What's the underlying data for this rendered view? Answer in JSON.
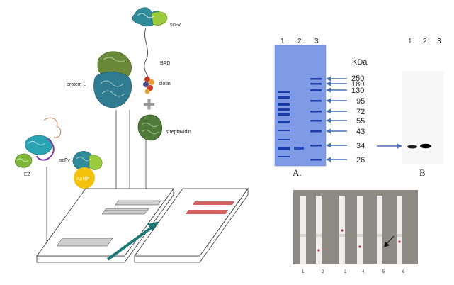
{
  "schematic": {
    "labels": {
      "scfv_top": "scFv",
      "bad": "BAD",
      "biotin": "biotin",
      "protein_l": "protein L",
      "streptavidin": "streptavidin",
      "scfv_left": "scFv",
      "aunp": "AuNP",
      "e2": "E2"
    },
    "colors": {
      "accent_arrow": "#1e7a78",
      "test_line": "#d46060",
      "aunp": "#f4c20d",
      "strip_fill": "#cfcfcf"
    }
  },
  "gel": {
    "lanes": [
      "1",
      "2",
      "3"
    ],
    "unit": "KDa",
    "markers": [
      "250",
      "180",
      "130",
      "95",
      "72",
      "55",
      "43",
      "34",
      "26"
    ],
    "panel_label": "A."
  },
  "blot": {
    "lanes": [
      "1",
      "2",
      "3"
    ],
    "panel_label": "B"
  },
  "photo": {
    "strip_labels": [
      "1",
      "2",
      "3",
      "4",
      "5",
      "6"
    ]
  }
}
